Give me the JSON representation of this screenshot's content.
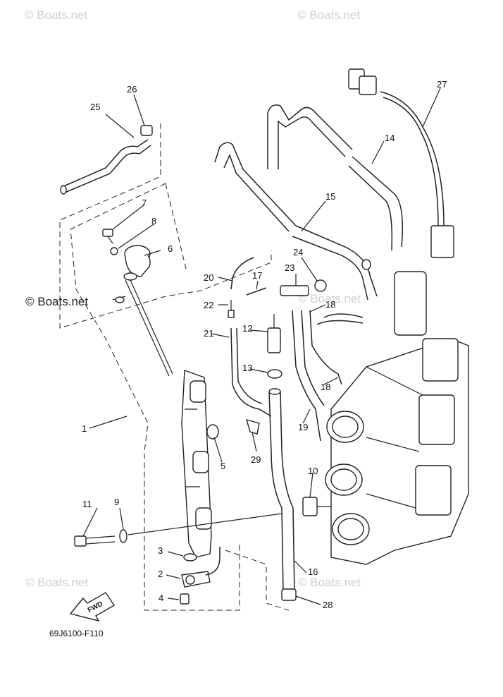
{
  "watermarks": {
    "top_left": "© Boats.net",
    "top_right": "© Boats.net",
    "middle_left": "© Boats.net",
    "mid_right": "© Boats.net",
    "bottom_left": "© Boats.net",
    "bottom_right": "© Boats.net"
  },
  "diagram_code": "69J6100-F110",
  "fwd_label": "FWD",
  "callouts": [
    "1",
    "2",
    "3",
    "4",
    "5",
    "6",
    "7",
    "8",
    "9",
    "10",
    "11",
    "12",
    "13",
    "14",
    "15",
    "16",
    "17",
    "18",
    "18",
    "19",
    "20",
    "21",
    "22",
    "23",
    "24",
    "25",
    "26",
    "27",
    "28",
    "29"
  ]
}
